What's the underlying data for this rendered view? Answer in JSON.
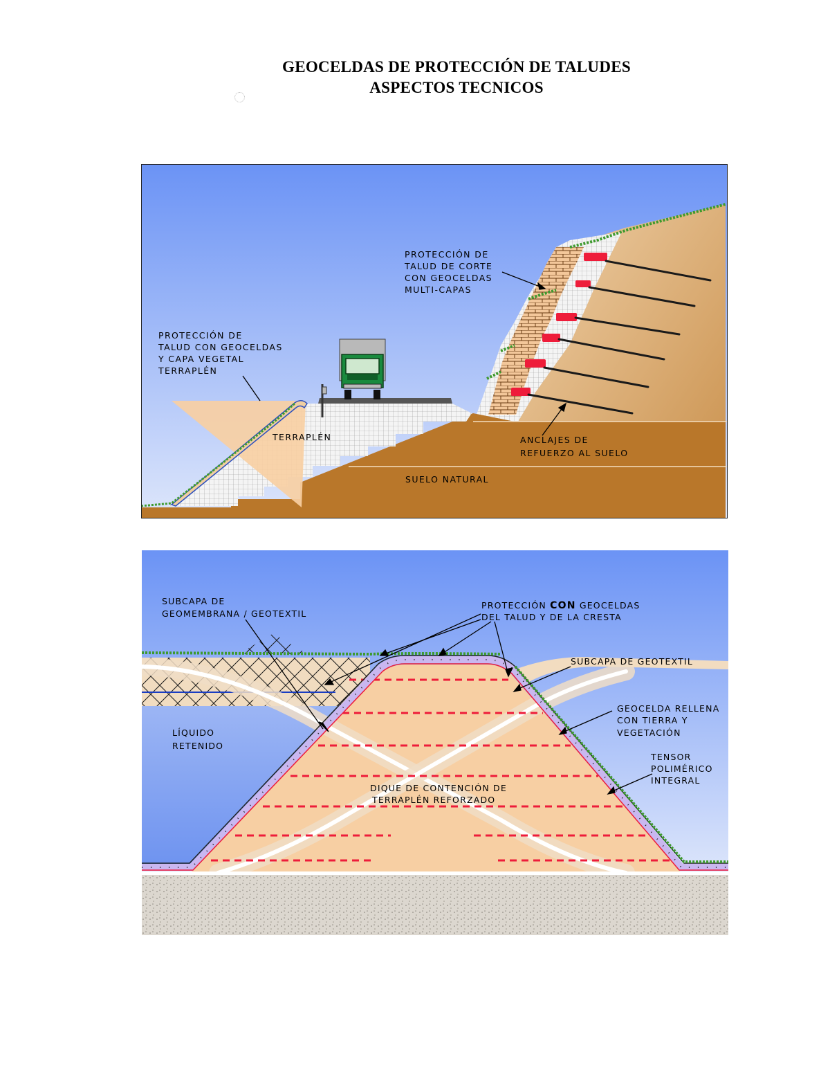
{
  "page": {
    "title_line1": "GEOCELDAS DE PROTECCIÓN DE TALUDES",
    "title_line2": "ASPECTOS TECNICOS"
  },
  "diagram_top": {
    "labels": {
      "cut_protection": [
        "PROTECCIÓN DE",
        "TALUD DE CORTE",
        "CON GEOCELDAS",
        "MULTI-CAPAS"
      ],
      "fill_protection": [
        "PROTECCIÓN DE",
        "TALUD CON GEOCELDAS",
        "Y CAPA VEGETAL",
        "TERRAPLÉN"
      ],
      "embankment": "TERRAPLÉN",
      "anchors": [
        "ANCLAJES DE",
        "REFUERZO AL SUELO"
      ],
      "natural_soil": "SUELO NATURAL"
    }
  },
  "diagram_bottom": {
    "labels": {
      "geomembrane": [
        "SUBCAPA DE",
        "GEOMEMBRANA / GEOTEXTIL"
      ],
      "crest_protection_pre": "PROTECCIÓN",
      "crest_protection_bold": "CON",
      "crest_protection_post": "GEOCELDAS",
      "crest_protection_line2": "DEL TALUD Y DE LA CRESTA",
      "geotextile": "SUBCAPA DE GEOTEXTIL",
      "filled_cell": [
        "GEOCELDA RELLENA",
        "CON TIERRA Y",
        "VEGETACIÓN"
      ],
      "tensor": [
        "TENSOR",
        "POLIMÉRICO",
        "INTEGRAL"
      ],
      "liquid": [
        "LÍQUIDO",
        "RETENIDO"
      ],
      "dike": [
        "DIQUE DE CONTENCIÓN DE",
        "TERRAPLÉN REFORZADO"
      ]
    }
  },
  "colors": {
    "sky_top": "#6b93f5",
    "sky_bottom": "#dce6fb",
    "soil": "#b9772a",
    "fill_tan": "#f7cfa3",
    "grass": "#3e9a2e",
    "anchor_red": "#ee1c3a",
    "gravel": "#d9d4cc"
  }
}
